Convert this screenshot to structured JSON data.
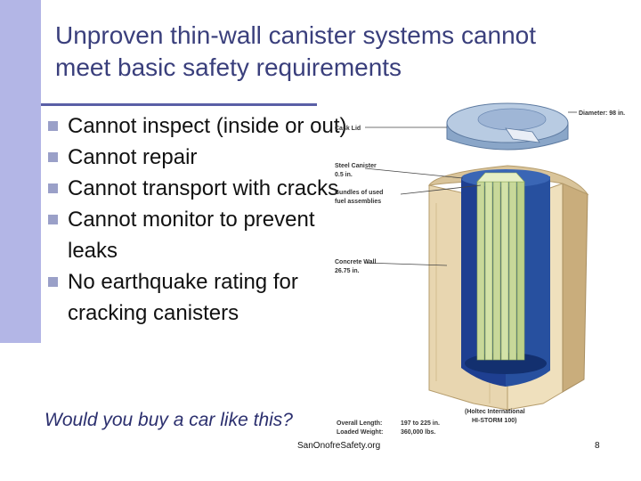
{
  "slide": {
    "title": "Unproven thin-wall canister systems cannot meet basic safety requirements",
    "bullets": [
      "Cannot inspect (inside or out)",
      "Cannot repair",
      "Cannot transport with cracks",
      "Cannot monitor to prevent leaks",
      "No earthquake rating for cracking canisters"
    ],
    "question": "Would you buy a car like this?",
    "footer": "SanOnofreSafety.org",
    "page_number": "8"
  },
  "diagram": {
    "labels": {
      "cask_lid": "Cask Lid",
      "diameter": "Diameter: 98 in.",
      "steel_canister": "Steel Canister",
      "steel_canister_thickness": "0.5 in.",
      "bundles_1": "Bundles of used",
      "bundles_2": "fuel assemblies",
      "concrete_wall": "Concrete Wall",
      "concrete_wall_thickness": "26.75 in.",
      "holtec_1": "(Holtec International",
      "holtec_2": "HI-STORM 100)",
      "overall_length_label": "Overall Length:",
      "overall_length_value": "197 to 225 in.",
      "loaded_weight_label": "Loaded Weight:",
      "loaded_weight_value": "360,000 lbs."
    },
    "colors": {
      "concrete": "#e8d6b0",
      "canister": "#1e3f91",
      "fuel": "#c8d89a",
      "lid": "#8aa6c8"
    }
  }
}
